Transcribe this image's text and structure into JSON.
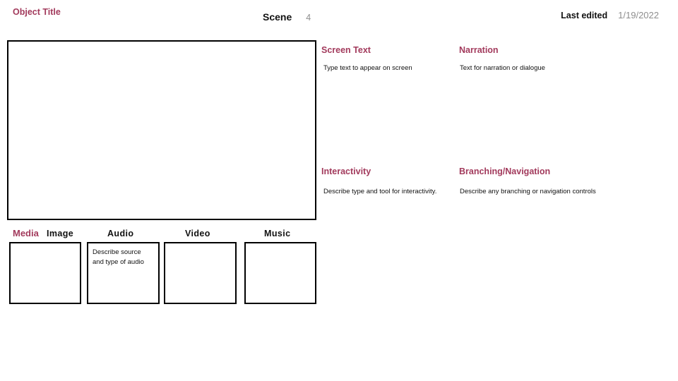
{
  "colors": {
    "accent": "#a23a5c",
    "muted": "#8e8e8e",
    "text": "#111111",
    "border": "#000000"
  },
  "header": {
    "object_title": "Object Title",
    "scene_label": "Scene",
    "scene_number": "4",
    "last_edited_label": "Last edited",
    "last_edited_date": "1/19/2022"
  },
  "fields": {
    "screen_text": {
      "heading": "Screen Text",
      "placeholder": "Type text to appear on screen"
    },
    "narration": {
      "heading": "Narration",
      "placeholder": "Text for narration or dialogue"
    },
    "interactivity": {
      "heading": "Interactivity",
      "placeholder": "Describe type and tool for interactivity."
    },
    "branching": {
      "heading": "Branching/Navigation",
      "placeholder": "Describe any branching or navigation controls"
    }
  },
  "media": {
    "heading": "Media",
    "labels": {
      "image": "Image",
      "audio": "Audio",
      "video": "Video",
      "music": "Music"
    },
    "audio_placeholder": "Describe source and type of audio"
  }
}
